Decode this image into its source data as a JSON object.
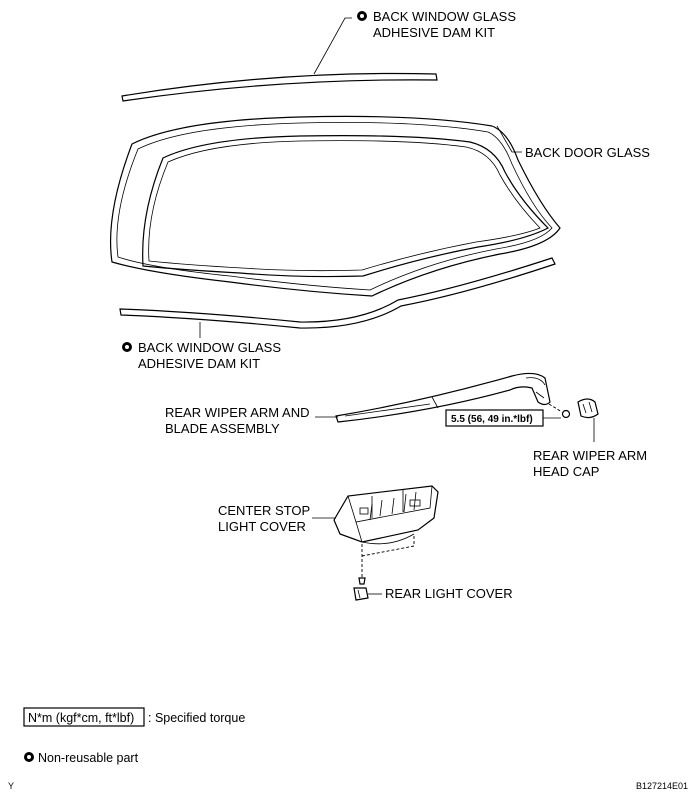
{
  "labels": {
    "adhesive_dam_kit_top_line1": "BACK WINDOW GLASS",
    "adhesive_dam_kit_top_line2": "ADHESIVE DAM KIT",
    "back_door_glass": "BACK DOOR GLASS",
    "adhesive_dam_kit_bottom_line1": "BACK WINDOW GLASS",
    "adhesive_dam_kit_bottom_line2": "ADHESIVE DAM KIT",
    "wiper_arm_line1": "REAR WIPER ARM AND",
    "wiper_arm_line2": "BLADE ASSEMBLY",
    "torque_value": "5.5 (56, 49 in.*lbf)",
    "wiper_cap_line1": "REAR WIPER ARM",
    "wiper_cap_line2": "HEAD CAP",
    "center_stop_line1": "CENTER STOP",
    "center_stop_line2": "LIGHT COVER",
    "rear_light_cover": "REAR LIGHT COVER"
  },
  "legend": {
    "torque_unit": "N*m (kgf*cm, ft*lbf)",
    "torque_desc": ": Specified torque",
    "non_reusable": "Non-reusable part"
  },
  "footer": {
    "left_code": "Y",
    "right_code": "B127214E01"
  },
  "colors": {
    "ink": "#000000",
    "background": "#ffffff"
  }
}
